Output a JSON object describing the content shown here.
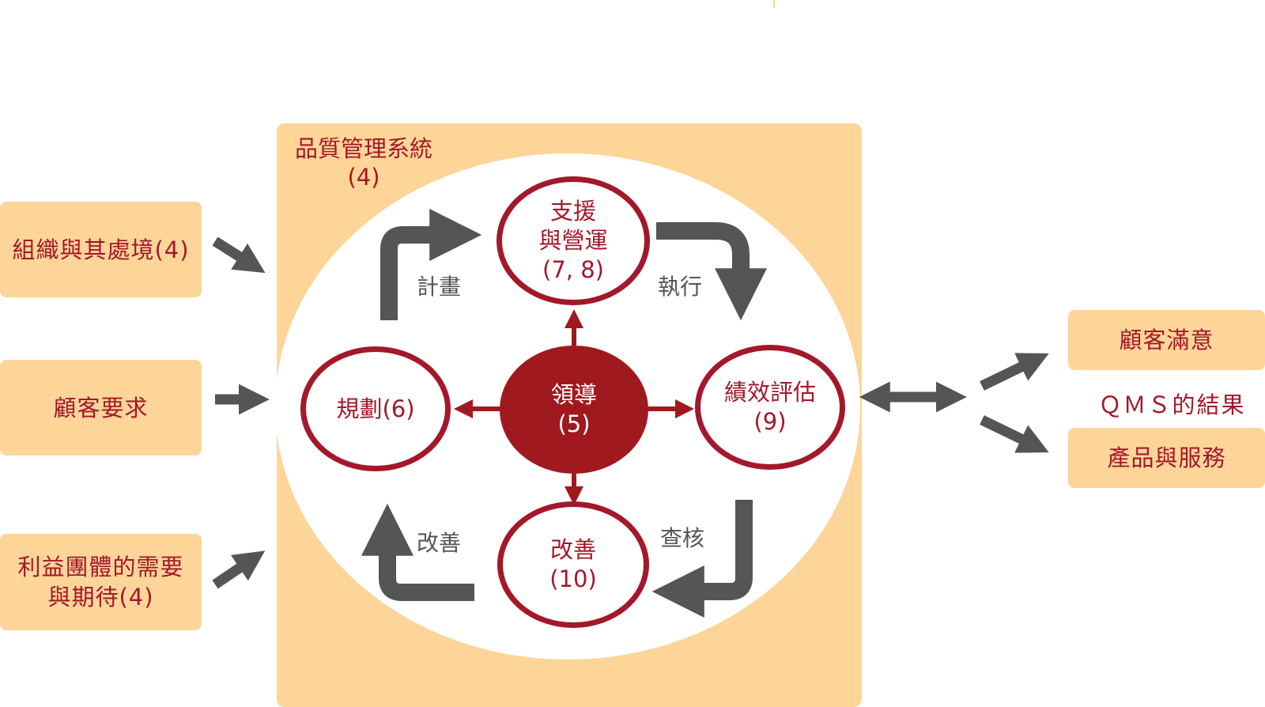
{
  "inputs": [
    {
      "label": "組織與其處境(4)"
    },
    {
      "label": "顧客要求"
    },
    {
      "label": "利益團體的需要\n與期待(4)"
    }
  ],
  "qms": {
    "title": "品質管理系統\n(4)"
  },
  "center": {
    "label": "領導\n(5)"
  },
  "nodes": {
    "support": "支援\n與營運\n(7, 8)",
    "planning": "規劃(6)",
    "evaluation": "績效評估\n(9)",
    "improvement": "改善\n(10)"
  },
  "cycle_labels": {
    "plan": "計畫",
    "do": "執行",
    "check": "查核",
    "act": "改善"
  },
  "outputs": {
    "customer_satisfaction": "顧客滿意",
    "results_label": "ＱＭＳ的結果",
    "products_services": "產品與服務"
  },
  "colors": {
    "accent": "#a3182a",
    "panel": "#fdd598",
    "arrow": "#555555",
    "center": "#a0191f"
  }
}
